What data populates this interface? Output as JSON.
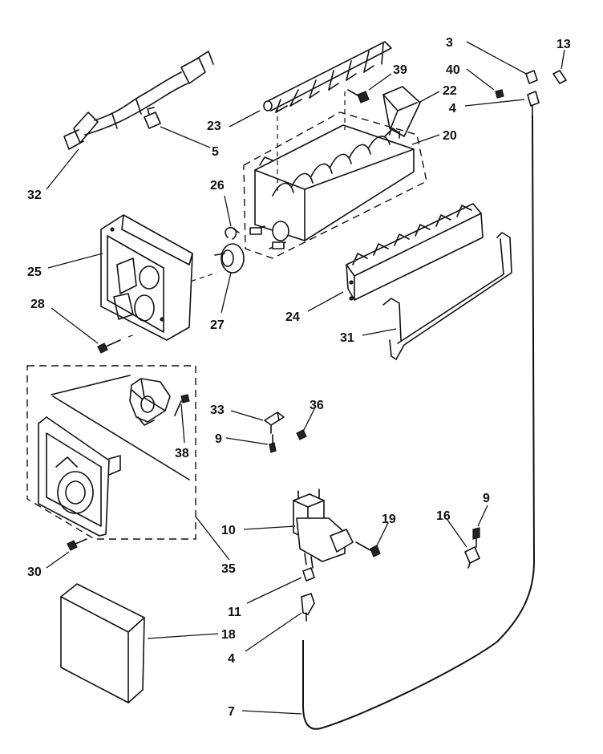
{
  "diagram": {
    "callouts": {
      "c3": "3",
      "c13": "13",
      "c40": "40",
      "c39": "39",
      "c22": "22",
      "c4a": "4",
      "c23": "23",
      "c20": "20",
      "c5": "5",
      "c32": "32",
      "c26": "26",
      "c25": "25",
      "c28": "28",
      "c27": "27",
      "c24": "24",
      "c31": "31",
      "c33": "33",
      "c36": "36",
      "c9a": "9",
      "c38": "38",
      "c9b": "9",
      "c16": "16",
      "c10": "10",
      "c19": "19",
      "c35": "35",
      "c30": "30",
      "c11": "11",
      "c18": "18",
      "c4b": "4",
      "c7": "7"
    }
  }
}
